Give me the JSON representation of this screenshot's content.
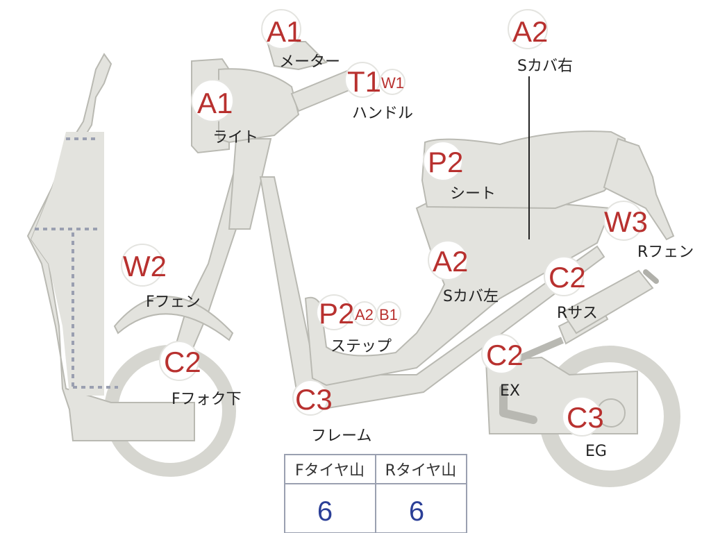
{
  "parts": [
    {
      "id": "meter",
      "grade": "A1",
      "label": "メーター"
    },
    {
      "id": "light",
      "grade": "A1",
      "label": "ライト"
    },
    {
      "id": "handle",
      "grades": [
        "T1",
        "W1"
      ],
      "label": "ハンドル"
    },
    {
      "id": "s-cover-right",
      "grade": "A2",
      "label": "Sカバ右"
    },
    {
      "id": "seat",
      "grade": "P2",
      "label": "シート"
    },
    {
      "id": "r-fender",
      "grade": "W3",
      "label": "Rフェン"
    },
    {
      "id": "f-fender",
      "grade": "W2",
      "label": "Fフェン"
    },
    {
      "id": "s-cover-left",
      "grade": "A2",
      "label": "Sカバ左"
    },
    {
      "id": "r-suspension",
      "grade": "C2",
      "label": "Rサス"
    },
    {
      "id": "step",
      "grades": [
        "P2",
        "A2",
        "B1"
      ],
      "label": "ステップ"
    },
    {
      "id": "f-fork-lower",
      "grade": "C2",
      "label": "Fフォク下"
    },
    {
      "id": "exhaust",
      "grade": "C2",
      "label": "EX"
    },
    {
      "id": "frame",
      "grade": "C3",
      "label": "フレーム"
    },
    {
      "id": "engine",
      "grade": "C3",
      "label": "EG"
    }
  ],
  "tire_table": {
    "headers": [
      "Fタイヤ山",
      "Rタイヤ山"
    ],
    "values": [
      "6",
      "6"
    ]
  },
  "colors": {
    "grade": "#b8312f",
    "part_fill": "#e3e3de",
    "table_value": "#2b3f97"
  }
}
